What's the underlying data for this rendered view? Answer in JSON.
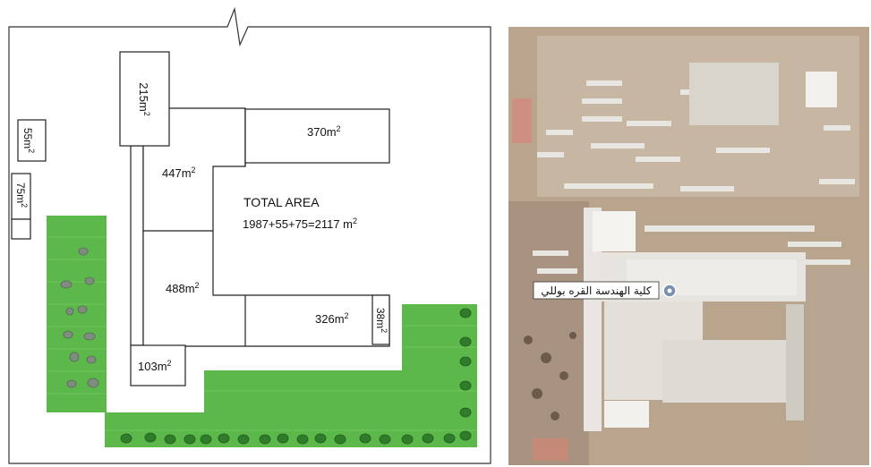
{
  "plan": {
    "rooms": {
      "r215": "215m",
      "r370": "370m",
      "r447": "447m",
      "r488": "488m",
      "r326": "326m",
      "r38": "38m",
      "r103": "103m",
      "r55": "55m",
      "r75": "75m"
    },
    "sup": "2",
    "total_title": "TOTAL AREA",
    "total_sum": "1987+55+75=2117 m"
  },
  "map": {
    "label": "كلية الهندسة القره بوللي"
  },
  "colors": {
    "green": "#5cb84a",
    "green_dark": "#3f9a36",
    "outline": "#222222"
  }
}
